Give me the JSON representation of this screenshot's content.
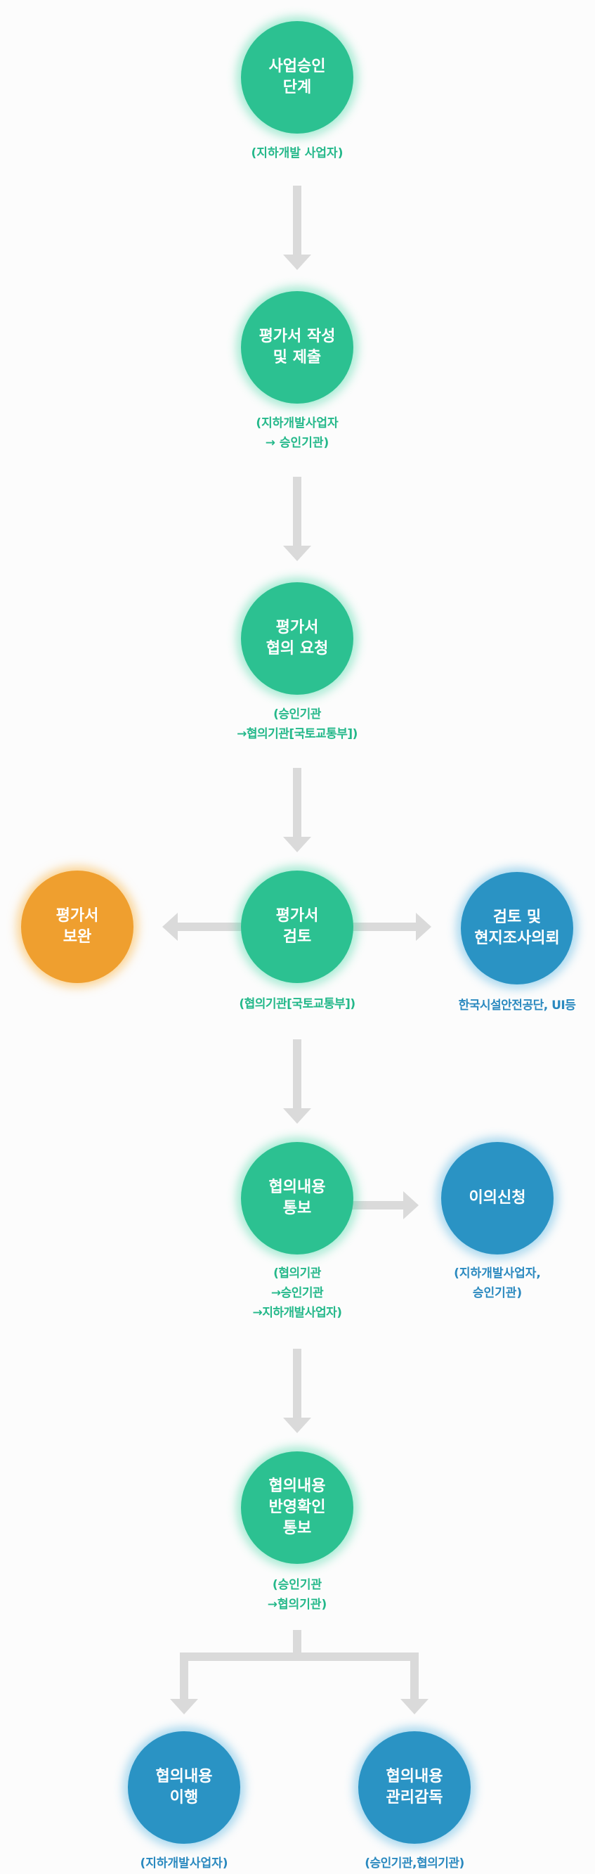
{
  "colors": {
    "green": "#2cc191",
    "blue": "#2a93c4",
    "orange": "#ef9f2f",
    "arrow": "#dadada"
  },
  "steps": {
    "approval": {
      "label": "사업승인\n단계",
      "caption": "(지하개발 사업자)"
    },
    "submit": {
      "label": "평가서 작성\n및 제출",
      "caption": "(지하개발사업자\n→ 승인기관)"
    },
    "request": {
      "label": "평가서\n협의 요청",
      "caption": "(승인기관\n→협의기관[국토교통부])"
    },
    "review": {
      "label": "평가서\n검토",
      "caption": "(협의기관[국토교통부])"
    },
    "supplement": {
      "label": "평가서\n보완"
    },
    "inspection": {
      "label": "검토 및\n현지조사의뢰",
      "caption": "한국시설안전공단, UI등"
    },
    "notify": {
      "label": "협의내용\n통보",
      "caption": "(협의기관\n→승인기관\n→지하개발사업자)"
    },
    "objection": {
      "label": "이의신청",
      "caption": "(지하개발사업자,\n승인기관)"
    },
    "reflect": {
      "label": "협의내용\n반영확인\n통보",
      "caption": "(승인기관\n→협의기관)"
    },
    "implement": {
      "label": "협의내용\n이행",
      "caption": "(지하개발사업자)"
    },
    "supervise": {
      "label": "협의내용\n관리감독",
      "caption": "(승인기관,협의기관)"
    }
  }
}
